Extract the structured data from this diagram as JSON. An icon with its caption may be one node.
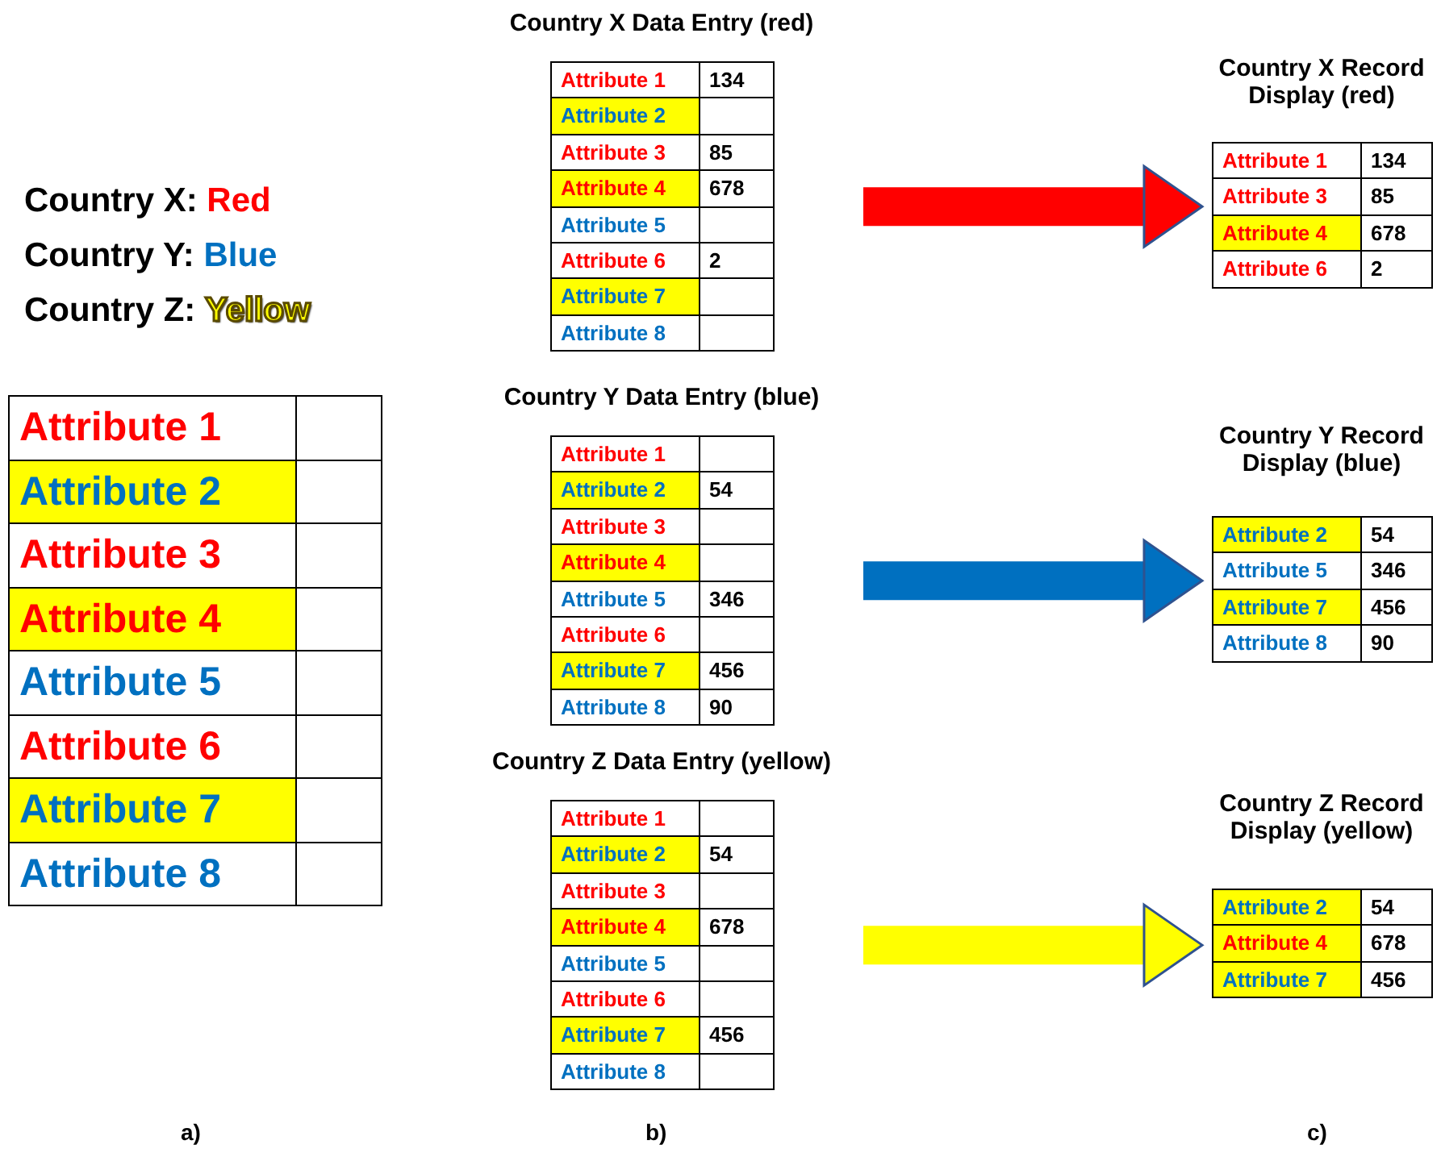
{
  "diagram": {
    "nodes": [
      {
        "text": [],
        "shape": "box"
      },
      {
        "text": [
          "Attribute 1"
        ],
        "in": 0
      },
      {
        "text": [
          "Attribute 2"
        ],
        "in": 0
      },
      {
        "text": [
          "Attribute 3"
        ],
        "in": 0
      },
      {
        "text": [
          "Attribute 4"
        ],
        "in": 0
      },
      {
        "text": [
          "Attribute 5"
        ],
        "in": 0
      },
      {
        "text": [
          "Attribute 6"
        ],
        "in": 0
      },
      {
        "text": [
          "Attribute 7"
        ],
        "in": 0
      },
      {
        "text": [
          "Attribute 8"
        ],
        "in": 0
      },
      {
        "text": [
          "Country X Data Entry (red)"
        ]
      },
      {
        "text": [
          "Attribute 1",
          "134"
        ],
        "in": 9
      },
      {
        "text": [
          "Attribute 2"
        ],
        "in": 9
      },
      {
        "text": [
          "Attribute 3",
          "85"
        ],
        "in": 9
      },
      {
        "text": [
          "Attribute 4",
          "678"
        ],
        "in": 9
      },
      {
        "text": [
          "Attribute 5"
        ],
        "in": 9
      },
      {
        "text": [
          "Attribute 6",
          "2"
        ],
        "in": 9
      },
      {
        "text": [
          "Attribute 7"
        ],
        "in": 9
      },
      {
        "text": [
          "Attribute 8"
        ],
        "in": 9
      },
      {
        "text": [
          "Country X Record Display (red)"
        ]
      },
      {
        "text": [
          "Attribute 1",
          "134"
        ],
        "in": 18
      },
      {
        "text": [
          "Attribute 3",
          "85"
        ],
        "in": 18
      },
      {
        "text": [
          "Attribute 4",
          "678"
        ],
        "in": 18
      },
      {
        "text": [
          "Attribute 6",
          "2"
        ],
        "in": 18
      },
      {
        "text": [
          "Country Y Data Entry (blue)"
        ]
      },
      {
        "text": [
          "Attribute 1"
        ],
        "in": 23
      },
      {
        "text": [
          "Attribute 2",
          "54"
        ],
        "in": 23
      },
      {
        "text": [
          "Attribute 3"
        ],
        "in": 23
      },
      {
        "text": [
          "Attribute 4"
        ],
        "in": 23
      },
      {
        "text": [
          "Attribute 5",
          "346"
        ],
        "in": 23
      },
      {
        "text": [
          "Attribute 6"
        ],
        "in": 23
      },
      {
        "text": [
          "Attribute 7",
          "456"
        ],
        "in": 23
      },
      {
        "text": [
          "Attribute 8",
          "90"
        ],
        "in": 23
      },
      {
        "text": [
          "Country Y Record Display (blue)"
        ]
      },
      {
        "text": [
          "Attribute 2",
          "54"
        ],
        "in": 32
      },
      {
        "text": [
          "Attribute 5",
          "346"
        ],
        "in": 32
      },
      {
        "text": [
          "Attribute 7",
          "456"
        ],
        "in": 32
      },
      {
        "text": [
          "Attribute 8",
          "90"
        ],
        "in": 32
      },
      {
        "text": [
          "Country Z Data Entry (yellow)"
        ]
      },
      {
        "text": [
          "Attribute 1"
        ],
        "in": 37
      },
      {
        "text": [
          "Attribute 2",
          "54"
        ],
        "in": 37
      },
      {
        "text": [
          "Attribute 3"
        ],
        "in": 37
      },
      {
        "text": [
          "Attribute 4",
          "678"
        ],
        "in": 37
      },
      {
        "text": [
          "Attribute 5"
        ],
        "in": 37
      },
      {
        "text": [
          "Attribute 6"
        ],
        "in": 37
      },
      {
        "text": [
          "Attribute 7",
          "456"
        ],
        "in": 37
      },
      {
        "text": [
          "Attribute 8"
        ],
        "in": 37
      },
      {
        "text": [
          "Country Z Record Display (yellow)"
        ]
      },
      {
        "text": [
          "Attribute 2",
          "54"
        ],
        "in": 46
      },
      {
        "text": [
          "Attribute 4",
          "678"
        ],
        "in": 46
      },
      {
        "text": [
          "Attribute 7",
          "456"
        ],
        "in": 46
      }
    ],
    "edges": [
      {
        "from": 9,
        "to": 18,
        "arrow": "to",
        "color": "#ff0000"
      },
      {
        "from": 23,
        "to": 32,
        "arrow": "to",
        "color": "#0070c0"
      },
      {
        "from": 37,
        "to": 46,
        "arrow": "to",
        "color": "#ffff00"
      }
    ],
    "labels": [
      "a)",
      "b)",
      "c)"
    ],
    "legend": [
      {
        "text": "Country X: Red",
        "color": "#ff0000"
      },
      {
        "text": "Country Y: Blue",
        "color": "#0070c0"
      },
      {
        "text": "Country Z: Yellow",
        "color": "#ffff00"
      }
    ]
  }
}
